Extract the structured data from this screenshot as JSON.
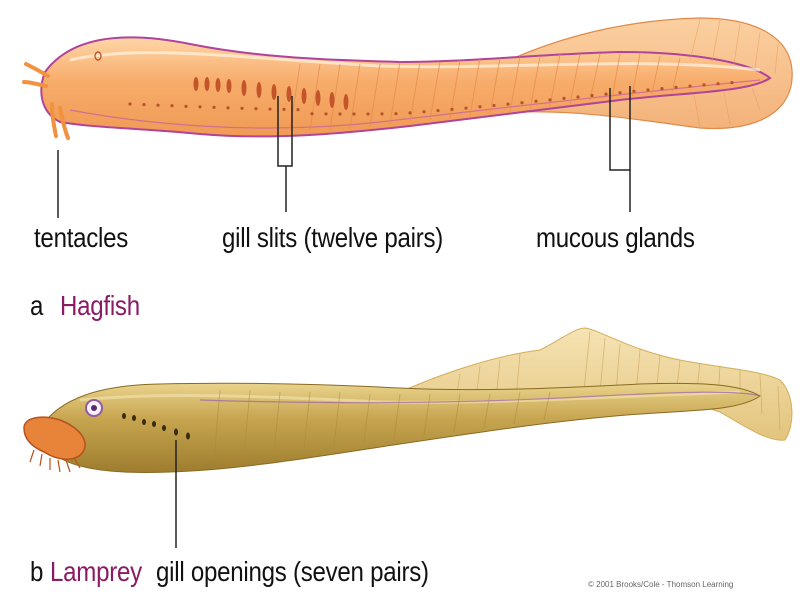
{
  "hagfish": {
    "panel_letter": "a",
    "name": "Hagfish",
    "labels": {
      "tentacles": "tentacles",
      "gill_slits": "gill slits (twelve pairs)",
      "mucous_glands": "mucous glands"
    }
  },
  "lamprey": {
    "panel_letter": "b",
    "name": "Lamprey",
    "labels": {
      "gill_openings": "gill openings (seven pairs)"
    }
  },
  "copyright": "© 2001 Brooks/Cole - Thomson Learning",
  "colors": {
    "hagfish_body": "#f5a866",
    "hagfish_outline": "#b0449a",
    "lamprey_body": "#c2a24f",
    "lamprey_fin": "#efd79a",
    "label_name": "#8a1a63"
  }
}
